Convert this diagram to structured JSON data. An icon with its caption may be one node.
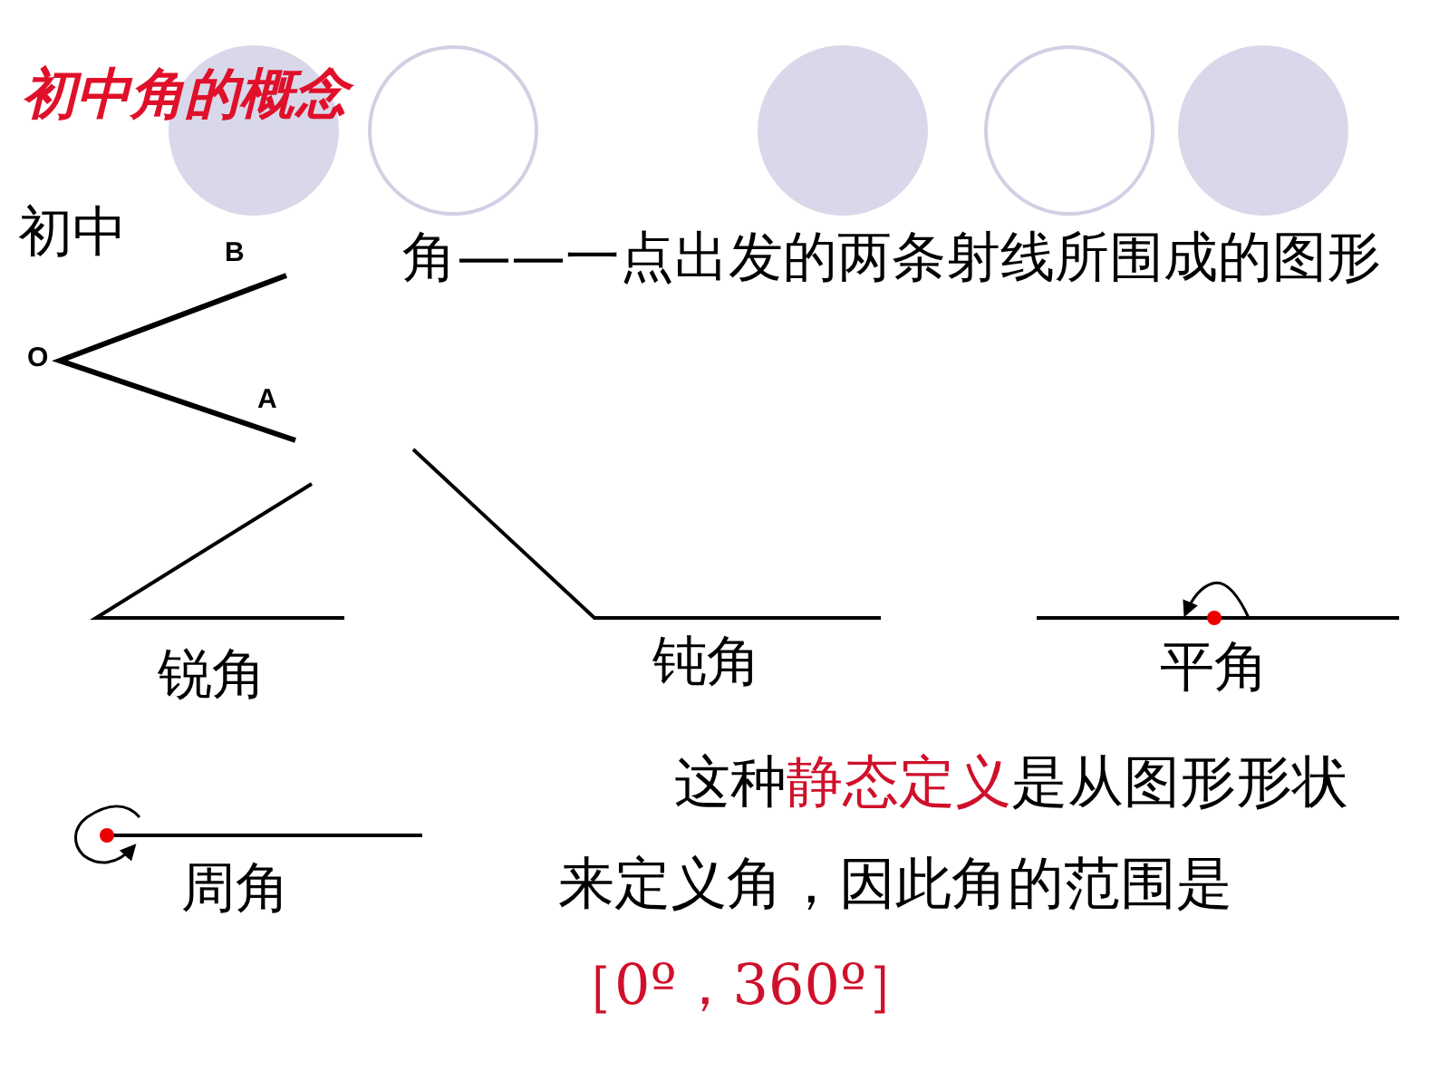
{
  "diagram": {
    "title": "初中角的概念",
    "labels": [
      "初中",
      "B",
      "O",
      "A",
      "角——一点出发的两条射线所围成的图形",
      "锐角",
      "钝角",
      "平角",
      "周角",
      "这种",
      "静态定义",
      "是从图形形状来定义角，因此角的范围是",
      "［0º，360º］"
    ]
  }
}
